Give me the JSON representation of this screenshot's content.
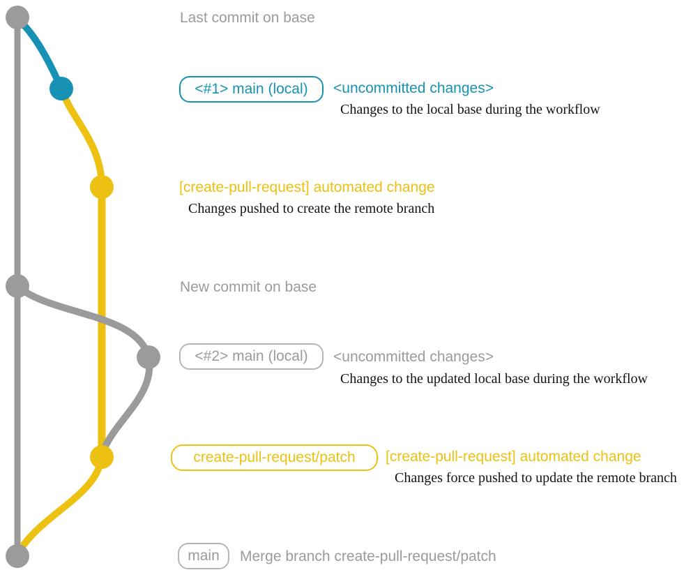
{
  "diagram": {
    "title_row": {
      "last_commit_label": "Last commit on base"
    },
    "branch1": {
      "badge_label": "<#1> main (local)",
      "status_label": "<uncommitted changes>",
      "description": "Changes to the local base during the workflow"
    },
    "commit1": {
      "label": "[create-pull-request] automated change",
      "description": "Changes pushed to create the remote branch"
    },
    "new_commit_row": {
      "label": "New commit on base"
    },
    "branch2": {
      "badge_label": "<#2> main (local)",
      "status_label": "<uncommitted changes>",
      "description": "Changes to the updated local base during the workflow"
    },
    "commit2": {
      "badge_label": "create-pull-request/patch",
      "label": "[create-pull-request] automated change",
      "description": "Changes force pushed to update the remote branch"
    },
    "merge_row": {
      "badge_label": "main",
      "description": "Merge branch create-pull-request/patch"
    },
    "colors": {
      "base_gray": "#9b9b9b",
      "local_teal": "#1792b5",
      "patch_yellow": "#edc111"
    }
  }
}
